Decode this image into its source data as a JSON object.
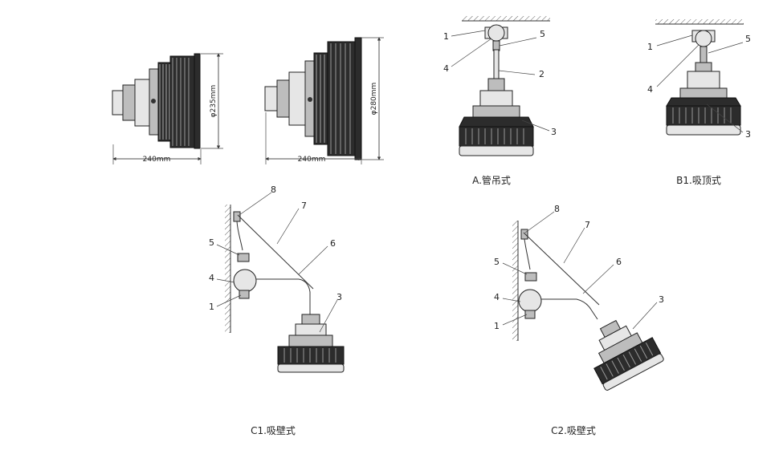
{
  "side_views": [
    {
      "width": "240mm",
      "diameter": "φ235mm"
    },
    {
      "width": "240mm",
      "diameter": "φ280mm"
    }
  ],
  "callouts": {
    "n1": "1",
    "n2": "2",
    "n3": "3",
    "n4": "4",
    "n5": "5",
    "n6": "6",
    "n7": "7",
    "n8": "8"
  },
  "captions": {
    "a": "A.管吊式",
    "b1": "B1.吸顶式",
    "c1": "C1.吸壁式",
    "c2": "C2.吸壁式"
  }
}
